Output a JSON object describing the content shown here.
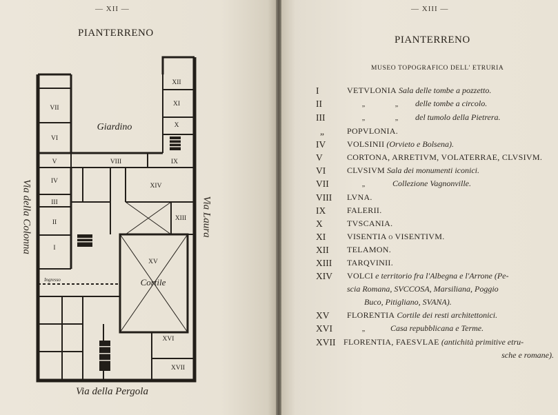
{
  "left": {
    "folio": "— XII —",
    "title": "PIANTERRENO",
    "plan": {
      "rooms": [
        "VII",
        "VI",
        "V",
        "IV",
        "III",
        "II",
        "I",
        "VIII",
        "IX",
        "X",
        "XI",
        "XII",
        "XIII",
        "XIV",
        "XV",
        "XVI",
        "XVII"
      ],
      "garden": "Giardino",
      "courtyard": "Cortile",
      "entrance": "Ingresso"
    },
    "streets": {
      "west": "Via della Colonna",
      "east": "Via Laura",
      "south": "Via della Pergola"
    }
  },
  "right": {
    "folio": "— XIII —",
    "title": "PIANTERRENO",
    "subtitle": "MUSEO TOPOGRAFICO DELL' ETRURIA",
    "ditto": "„",
    "entries": [
      {
        "num": "I",
        "name": "VETVLONIA",
        "desc": "Sala delle tombe a pozzetto."
      },
      {
        "num": "II",
        "name": "",
        "desc": "delle tombe a circolo."
      },
      {
        "num": "III",
        "name": "",
        "desc": "del tumolo della Pietrera."
      },
      {
        "num": "„",
        "name": "POPVLONIA.",
        "desc": ""
      },
      {
        "num": "IV",
        "name": "VOLSINII",
        "desc": "(Orvieto e Bolsena)."
      },
      {
        "num": "V",
        "name": "CORTONA, ARRETIVM, VOLATERRAE, CLVSIVM.",
        "desc": ""
      },
      {
        "num": "VI",
        "name": "CLVSIVM",
        "desc": "Sala dei monumenti iconici."
      },
      {
        "num": "VII",
        "name": "",
        "desc": "Collezione Vagnonville."
      },
      {
        "num": "VIII",
        "name": "LVNA.",
        "desc": ""
      },
      {
        "num": "IX",
        "name": "FALERII.",
        "desc": ""
      },
      {
        "num": "X",
        "name": "TVSCANIA.",
        "desc": ""
      },
      {
        "num": "XI",
        "name": "VISENTIA o VISENTIVM.",
        "desc": ""
      },
      {
        "num": "XII",
        "name": "TELAMON.",
        "desc": ""
      },
      {
        "num": "XIII",
        "name": "TARQVINII.",
        "desc": ""
      },
      {
        "num": "XIV",
        "name": "VOLCI",
        "desc": "e territorio fra l'Albegna e l'Arrone (Pe-"
      },
      {
        "num": "",
        "name": "",
        "desc": "scia Romana, SVCCOSA, Marsiliana, Poggio"
      },
      {
        "num": "",
        "name": "",
        "desc": "Buco, Pitigliano, SVANA)."
      },
      {
        "num": "XV",
        "name": "FLORENTIA",
        "desc": "Cortile dei resti architettonici."
      },
      {
        "num": "XVI",
        "name": "",
        "desc": "Casa repubblicana e Terme."
      },
      {
        "num": "XVII",
        "name": "FLORENTIA, FAESVLAE",
        "desc": "(antichità primitive etru-"
      },
      {
        "num": "",
        "name": "",
        "desc": "sche e romane)."
      }
    ]
  }
}
